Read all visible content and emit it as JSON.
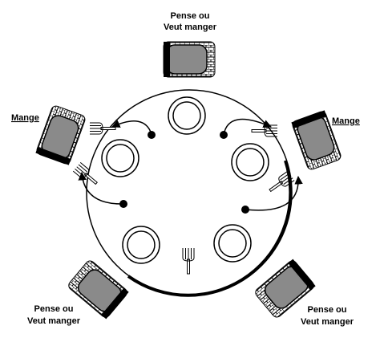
{
  "labels": {
    "top_line1": "Pense ou",
    "top_line2": "Veut manger",
    "left": "Mange",
    "right": "Mange",
    "bottom_left_line1": "Pense ou",
    "bottom_left_line2": "Veut manger",
    "bottom_right_line1": "Pense ou",
    "bottom_right_line2": "Veut manger"
  },
  "colors": {
    "chair_fill": "#8a8a8a",
    "line": "#000000",
    "background": "#ffffff"
  },
  "icons": {
    "plate": "plate-icon",
    "fork": "fork-icon",
    "chair": "chair-icon"
  }
}
